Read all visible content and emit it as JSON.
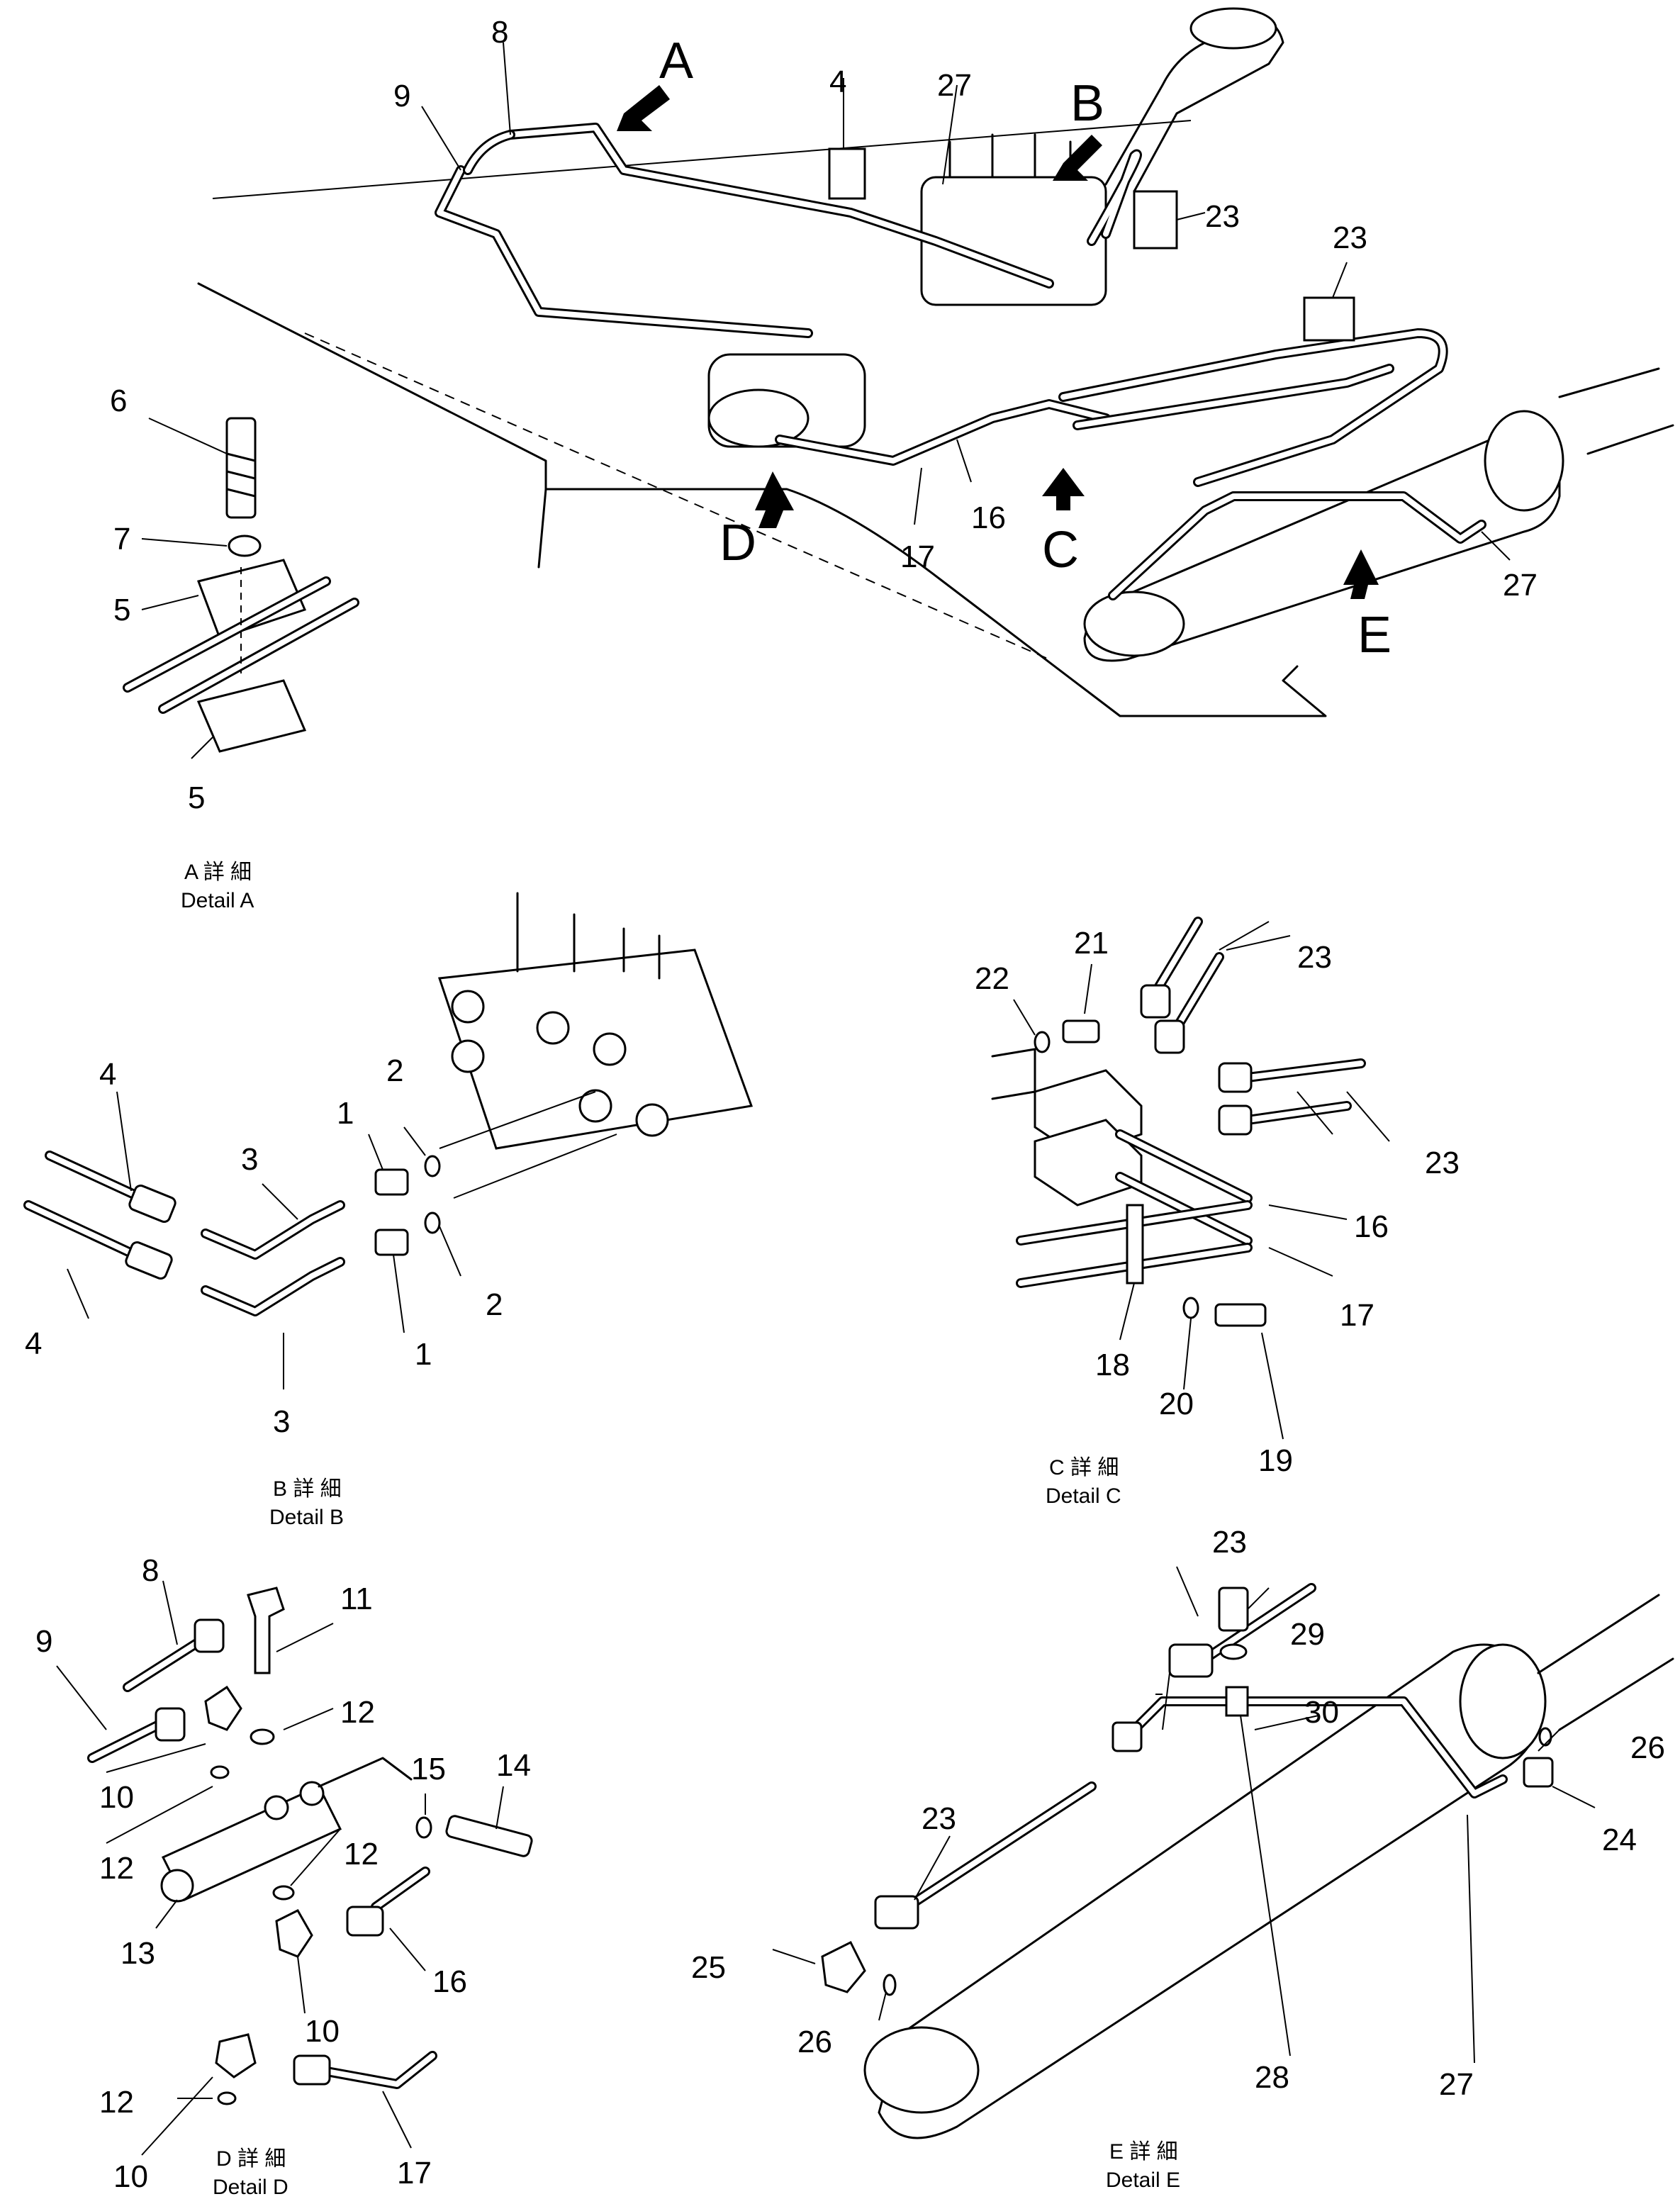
{
  "view_letters": {
    "A": "A",
    "B": "B",
    "C": "C",
    "D": "D",
    "E": "E"
  },
  "detail_captions": {
    "a_jp": "A 詳 細",
    "a_en": "Detail A",
    "b_jp": "B 詳 細",
    "b_en": "Detail B",
    "c_jp": "C 詳 細",
    "c_en": "Detail C",
    "d_jp": "D 詳 細",
    "d_en": "Detail D",
    "e_jp": "E 詳 細",
    "e_en": "Detail E"
  },
  "callouts": {
    "main": {
      "p8": "8",
      "p9": "9",
      "p4": "4",
      "p27a": "27",
      "p23a": "23",
      "p23b": "23",
      "p16": "16",
      "p17": "17",
      "p27b": "27"
    },
    "detail_a": {
      "p6": "6",
      "p7": "7",
      "p5a": "5",
      "p5b": "5"
    },
    "detail_b": {
      "p4a": "4",
      "p4b": "4",
      "p3a": "3",
      "p3b": "3",
      "p1a": "1",
      "p1b": "1",
      "p2a": "2",
      "p2b": "2"
    },
    "detail_c": {
      "p21": "21",
      "p22": "22",
      "p23a": "23",
      "p23b": "23",
      "p16": "16",
      "p17": "17",
      "p18": "18",
      "p20": "20",
      "p19": "19"
    },
    "detail_d": {
      "p8": "8",
      "p11": "11",
      "p9": "9",
      "p12a": "12",
      "p10a": "10",
      "p12b": "12",
      "p15": "15",
      "p14": "14",
      "p12c": "12",
      "p13": "13",
      "p16": "16",
      "p12d": "12",
      "p10b": "10",
      "p10c": "10",
      "p17": "17"
    },
    "detail_e": {
      "p23a": "23",
      "p29": "29",
      "p30": "30",
      "p26a": "26",
      "p23b": "23",
      "p24": "24",
      "p25": "25",
      "p26b": "26",
      "p28": "28",
      "p27": "27"
    }
  }
}
